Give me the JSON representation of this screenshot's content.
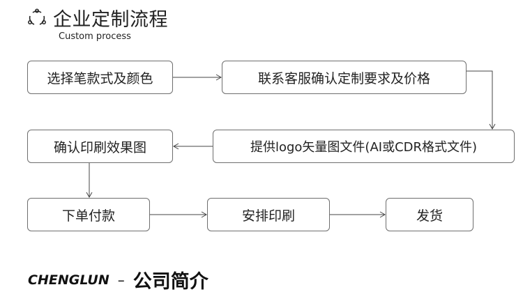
{
  "header": {
    "icon": "process-cycle-icon",
    "title": "企业定制流程",
    "subtitle": "Custom process"
  },
  "steps": [
    "选择笔款式及颜色",
    "联系客服确认定制要求及价格",
    "提供logo矢量图文件(AI或CDR格式文件)",
    "确认印刷效果图",
    "下单付款",
    "安排印刷",
    "发货"
  ],
  "footer": {
    "brand": "CHENGLUN",
    "separator": "–",
    "title": "公司简介"
  },
  "colors": {
    "text": "#222222",
    "border": "#6e6e6e",
    "background": "#ffffff"
  }
}
